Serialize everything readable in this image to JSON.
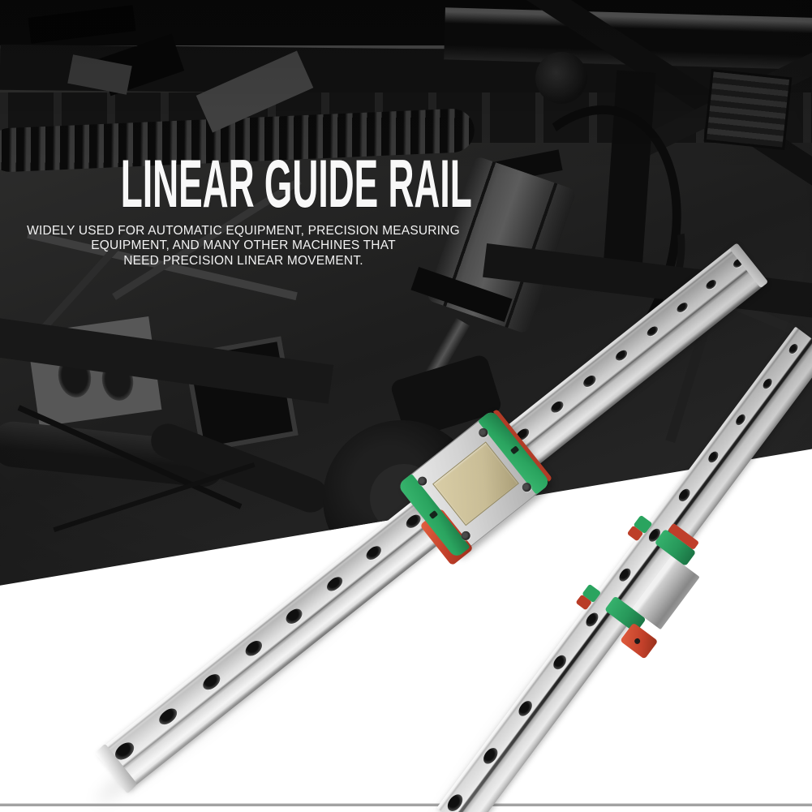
{
  "hero": {
    "title": "LINEAR GUIDE RAIL",
    "subtitle_lines": [
      "WIDELY USED FOR AUTOMATIC EQUIPMENT, PRECISION MEASURING",
      "EQUIPMENT, AND MANY OTHER MACHINES THAT",
      "NEED PRECISION LINEAR MOVEMENT."
    ]
  },
  "scene": {
    "background": "dark industrial machinery photograph",
    "foreground": "two polished miniature linear guide rails with carriage blocks on white",
    "main_rail": {
      "label": "linear rail with carriage, top view",
      "hole_count": 18
    },
    "secondary_rail": {
      "label": "linear rail with carriage, side view",
      "hole_count": 12
    },
    "carriage": {
      "end_seals": "green",
      "grease_plate": "red",
      "top_plate": "tan"
    }
  },
  "colors": {
    "page_background": "#ffffff",
    "photo_base": "#242424",
    "rail_silver": "#d7d7d7",
    "carriage_green": "#2aa45f",
    "carriage_red": "#c2402a",
    "carriage_tan": "#c9bd96",
    "headline_text": "#f8f8f8",
    "bottom_border": "#a2a2a2"
  }
}
